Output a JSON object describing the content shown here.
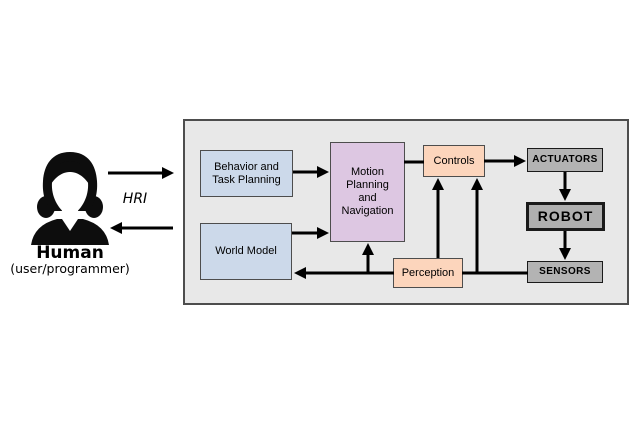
{
  "human": {
    "title": "Human",
    "subtitle": "(user/programmer)",
    "icon": "person-icon"
  },
  "interaction": {
    "label": "HRI"
  },
  "system": {
    "boxes": {
      "behavior": {
        "label": "Behavior and Task Planning",
        "fill": "#ccd9ea"
      },
      "world_model": {
        "label": "World Model",
        "fill": "#ccd9ea"
      },
      "motion": {
        "label": "Motion Planning and Navigation",
        "fill": "#ddc7e2"
      },
      "controls": {
        "label": "Controls",
        "fill": "#fcd5bc"
      },
      "perception": {
        "label": "Perception",
        "fill": "#fcd5bc"
      },
      "actuators": {
        "label": "ACTUATORS",
        "fill": "#b3b3b3"
      },
      "robot": {
        "label": "ROBOT",
        "fill": "#afafaf"
      },
      "sensors": {
        "label": "SENSORS",
        "fill": "#b3b3b3"
      }
    },
    "connections": [
      {
        "from": "Human",
        "to": "System",
        "label": "HRI"
      },
      {
        "from": "System",
        "to": "Human",
        "label": "HRI"
      },
      {
        "from": "Behavior and Task Planning",
        "to": "Motion Planning and Navigation",
        "label": ""
      },
      {
        "from": "World Model",
        "to": "Motion Planning and Navigation",
        "label": ""
      },
      {
        "from": "Motion Planning and Navigation",
        "to": "Controls",
        "label": ""
      },
      {
        "from": "Controls",
        "to": "ACTUATORS",
        "label": ""
      },
      {
        "from": "ACTUATORS",
        "to": "ROBOT",
        "label": ""
      },
      {
        "from": "ROBOT",
        "to": "SENSORS",
        "label": ""
      },
      {
        "from": "SENSORS",
        "to": "Perception",
        "label": ""
      },
      {
        "from": "Perception",
        "to": "World Model",
        "label": ""
      },
      {
        "from": "Perception",
        "to": "Motion Planning and Navigation",
        "label": ""
      },
      {
        "from": "Perception",
        "to": "Controls",
        "label": ""
      },
      {
        "from": "SENSORS",
        "to": "Controls",
        "label": ""
      }
    ]
  },
  "colors": {
    "planning_fill": "#ccd9ea",
    "motion_fill": "#ddc7e2",
    "control_fill": "#fcd5bc",
    "hardware_fill": "#b3b3b3",
    "container_fill": "#e8e8e8",
    "line": "#000000"
  }
}
